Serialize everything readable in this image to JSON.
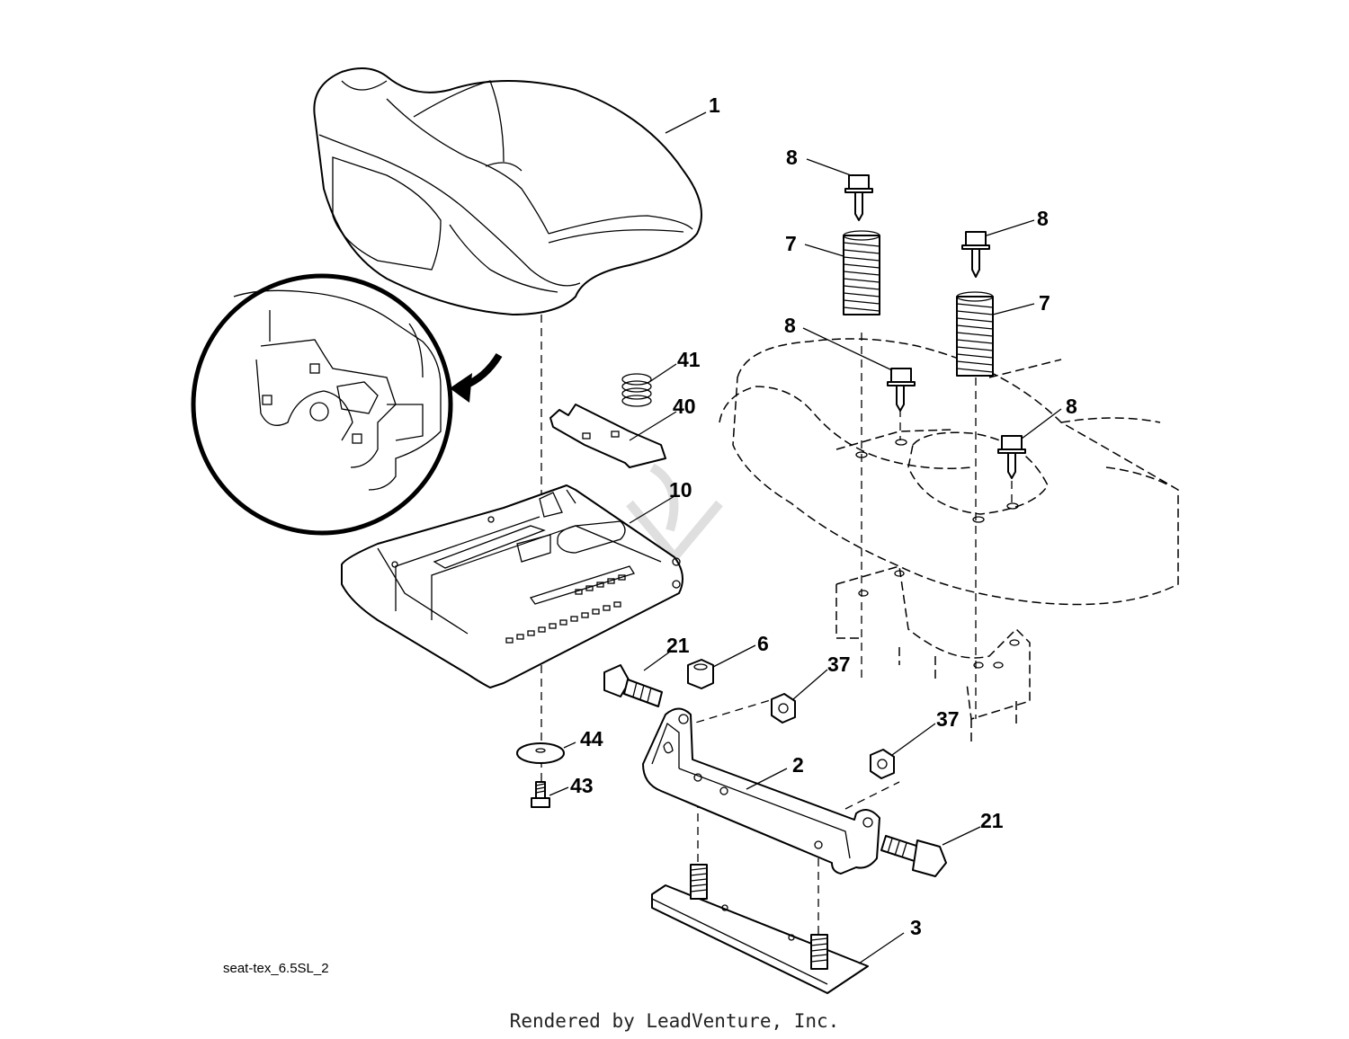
{
  "diagram": {
    "drawing_code": "seat-tex_6.5SL_2",
    "credit": "Rendered by LeadVenture, Inc.",
    "callouts": [
      {
        "id": "c1",
        "label": "1"
      },
      {
        "id": "c8a",
        "label": "8"
      },
      {
        "id": "c7a",
        "label": "7"
      },
      {
        "id": "c8b",
        "label": "8"
      },
      {
        "id": "c7b",
        "label": "7"
      },
      {
        "id": "c8c",
        "label": "8"
      },
      {
        "id": "c8d",
        "label": "8"
      },
      {
        "id": "c41",
        "label": "41"
      },
      {
        "id": "c40",
        "label": "40"
      },
      {
        "id": "c10",
        "label": "10"
      },
      {
        "id": "c21a",
        "label": "21"
      },
      {
        "id": "c6",
        "label": "6"
      },
      {
        "id": "c37a",
        "label": "37"
      },
      {
        "id": "c37b",
        "label": "37"
      },
      {
        "id": "c44",
        "label": "44"
      },
      {
        "id": "c43",
        "label": "43"
      },
      {
        "id": "c2",
        "label": "2"
      },
      {
        "id": "c21b",
        "label": "21"
      },
      {
        "id": "c3",
        "label": "3"
      }
    ]
  }
}
